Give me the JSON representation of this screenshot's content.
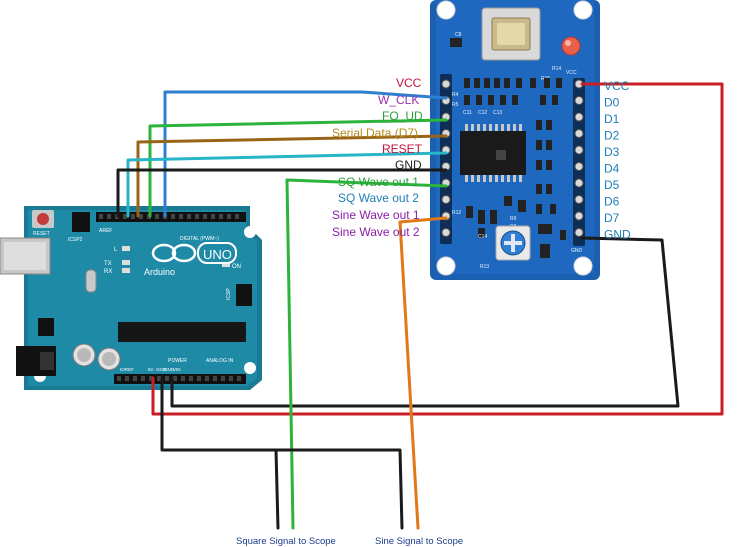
{
  "dds_module": {
    "left_labels": [
      {
        "text": "VCC",
        "color": "#c0143c"
      },
      {
        "text": "W_CLK",
        "color": "#9b2fae"
      },
      {
        "text": "FQ_UD",
        "color": "#2aa13a"
      },
      {
        "text": "Serial Data (D7)",
        "color": "#b88a1e"
      },
      {
        "text": "RESET",
        "color": "#c0143c"
      },
      {
        "text": "GND",
        "color": "#222222"
      },
      {
        "text": "SQ Wave out 1",
        "color": "#2aa13a"
      },
      {
        "text": "SQ Wave out 2",
        "color": "#1f7fb5"
      },
      {
        "text": "Sine Wave out 1",
        "color": "#8a1fa8"
      },
      {
        "text": "Sine Wave out 2",
        "color": "#8a1fa8"
      }
    ],
    "right_labels": [
      "VCC",
      "D0",
      "D1",
      "D2",
      "D3",
      "D4",
      "D5",
      "D6",
      "D7",
      "GND"
    ],
    "silk": {
      "c8": "C8",
      "r14": "R14",
      "r15": "R15",
      "r4": "R4",
      "r5": "R5",
      "r13": "R13",
      "r12": "R12",
      "r9": "R9",
      "r8": "R8",
      "c14": "C14",
      "c11": "C11",
      "c12": "C12",
      "c13": "C13",
      "vcc_top": "VCC",
      "gnd_bottom": "GND"
    }
  },
  "arduino": {
    "brand": "Arduino",
    "model": "UNO",
    "reset": "RESET",
    "icsp2": "ICSP2",
    "icsp": "ICSP",
    "digital_header": "DIGITAL (PWM~)",
    "aref": "AREF",
    "l": "L",
    "tx": "TX",
    "rx": "RX",
    "on": "ON",
    "power": "POWER",
    "analog_in": "ANALOG IN",
    "ioref": "IOREF",
    "power_pins": [
      "5V",
      "GND",
      "GND",
      "VIN"
    ]
  },
  "outputs": {
    "square": "Square Signal to Scope",
    "sine": "Sine Signal to Scope"
  }
}
